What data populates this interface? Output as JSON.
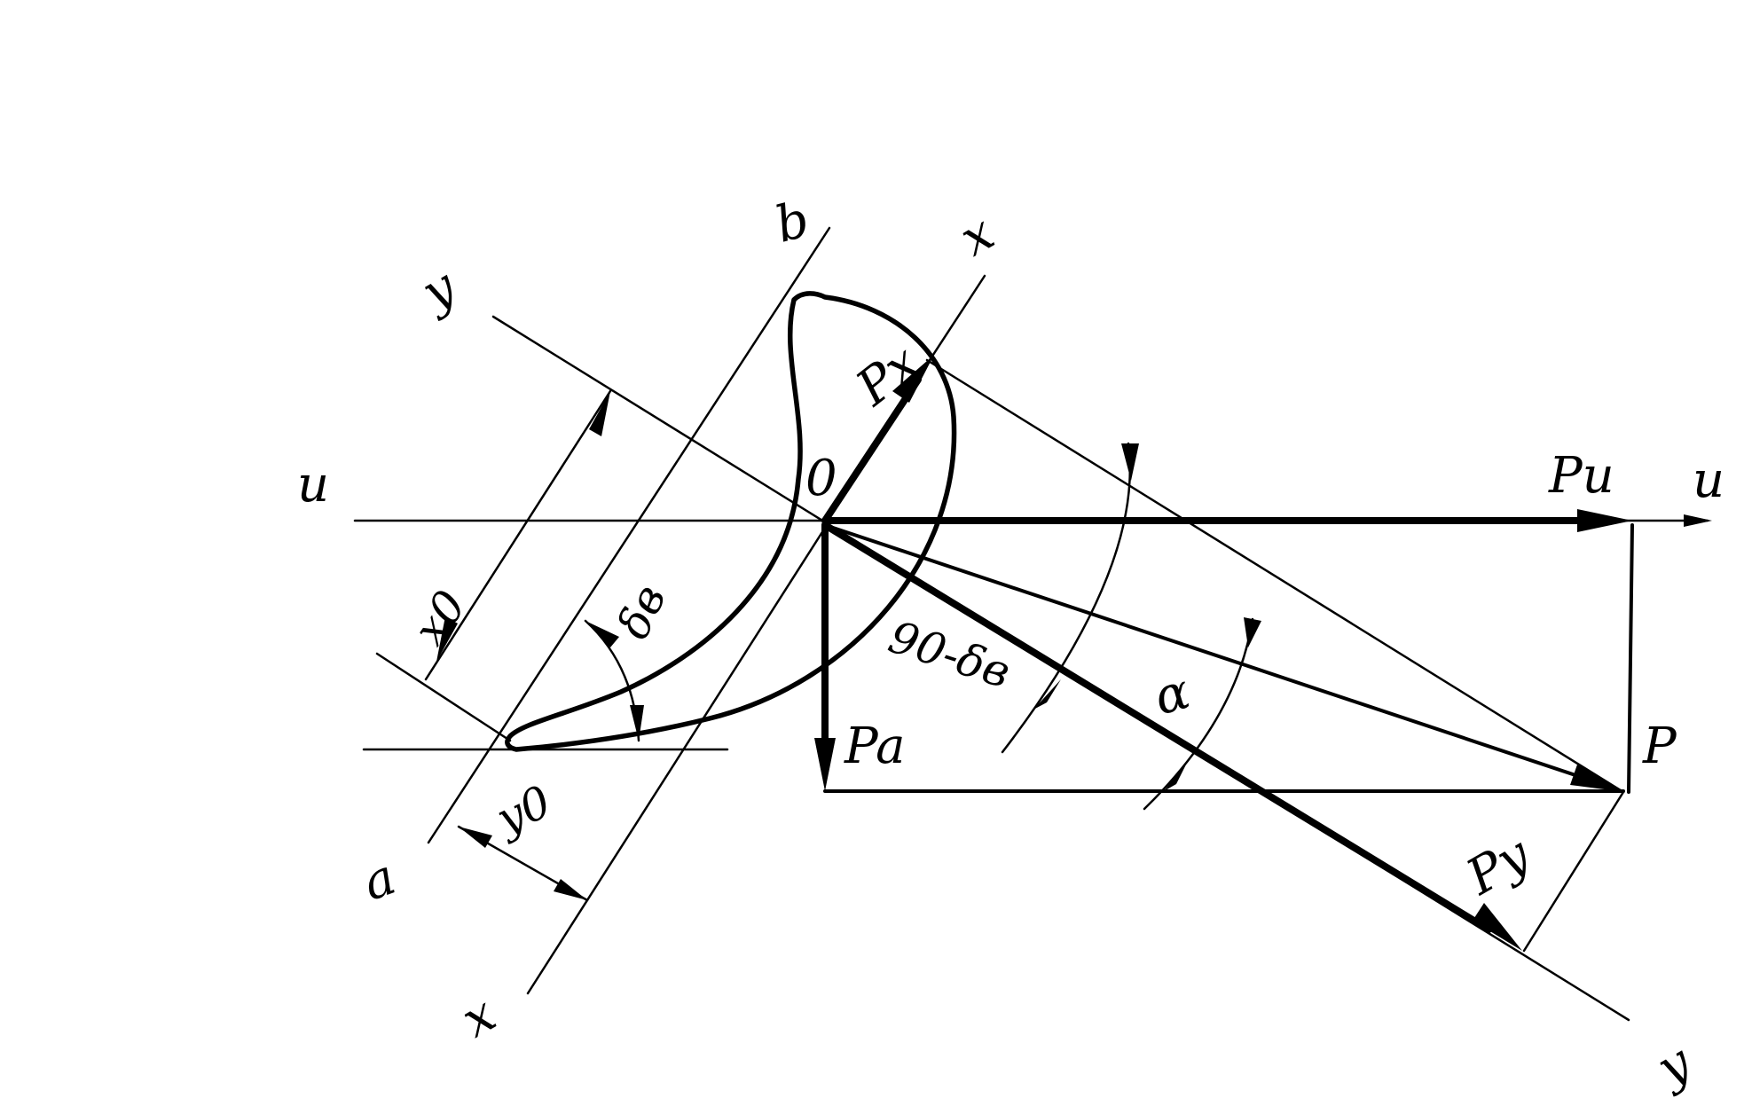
{
  "labels": {
    "b": "b",
    "a": "a",
    "x_top": "x",
    "x_bottom": "x",
    "y_top": "y",
    "y_bottom": "y",
    "u_left": "u",
    "u_right": "u",
    "origin": "0",
    "x0": "x0",
    "y0": "y0",
    "delta_b": "δв",
    "ninety_minus_delta": "90-δв",
    "alpha": "α",
    "P": "P",
    "Pu": "Pu",
    "Px": "Px",
    "Pa": "Pa",
    "Py": "Py"
  },
  "colors": {
    "ink": "#000000",
    "background": "#ffffff"
  }
}
